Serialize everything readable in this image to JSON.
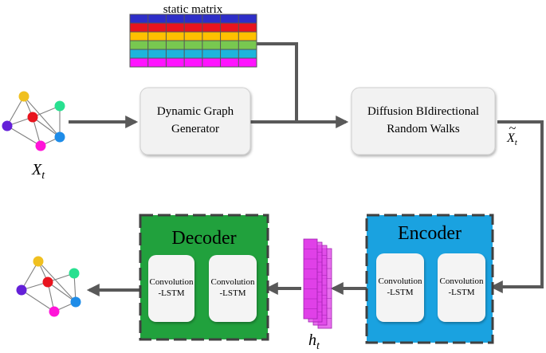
{
  "matrix": {
    "label": "static matrix",
    "row_colors": [
      "#2e2ec8",
      "#e8141e",
      "#ffc000",
      "#78c850",
      "#1eb4dc",
      "#ff14ff"
    ],
    "columns": 7
  },
  "input_graph": {
    "label_base": "X",
    "label_sub": "t",
    "node_colors": [
      "#f0c020",
      "#28e090",
      "#e8141e",
      "#6420d8",
      "#1e8ce8",
      "#ff14d8"
    ]
  },
  "dynamic_graph_box": {
    "line1": "Dynamic Graph",
    "line2": "Generator"
  },
  "diffusion_box": {
    "line1": "Diffusion BIdirectional",
    "line2": "Random Walks"
  },
  "diffusion_output_label": {
    "base": "X",
    "accent": "~",
    "sub": "t"
  },
  "encoder": {
    "title": "Encoder",
    "color": "#1aa2e0",
    "cells": [
      {
        "line1": "Convolution",
        "line2": "-LSTM"
      },
      {
        "line1": "Convolution",
        "line2": "-LSTM"
      }
    ]
  },
  "decoder": {
    "title": "Decoder",
    "color": "#21a13d",
    "cells": [
      {
        "line1": "Convolution",
        "line2": "-LSTM"
      },
      {
        "line1": "Convolution",
        "line2": "-LSTM"
      }
    ]
  },
  "hidden_state": {
    "label_base": "h",
    "label_sub": "t",
    "color": "#e040e8"
  },
  "output_graph": {
    "node_colors": [
      "#f0c020",
      "#28e090",
      "#e8141e",
      "#6420d8",
      "#1e8ce8",
      "#ff14d8"
    ]
  }
}
